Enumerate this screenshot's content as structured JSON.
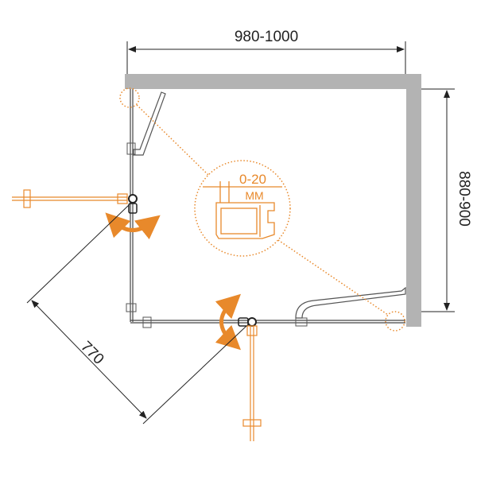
{
  "dimensions": {
    "width_label": "980-1000",
    "depth_label": "880-900",
    "door_label": "770",
    "adjust_label": "0-20",
    "adjust_unit": "MM"
  },
  "colors": {
    "accent": "#e8892b",
    "wall": "#b3b3b3",
    "line": "#333333"
  }
}
